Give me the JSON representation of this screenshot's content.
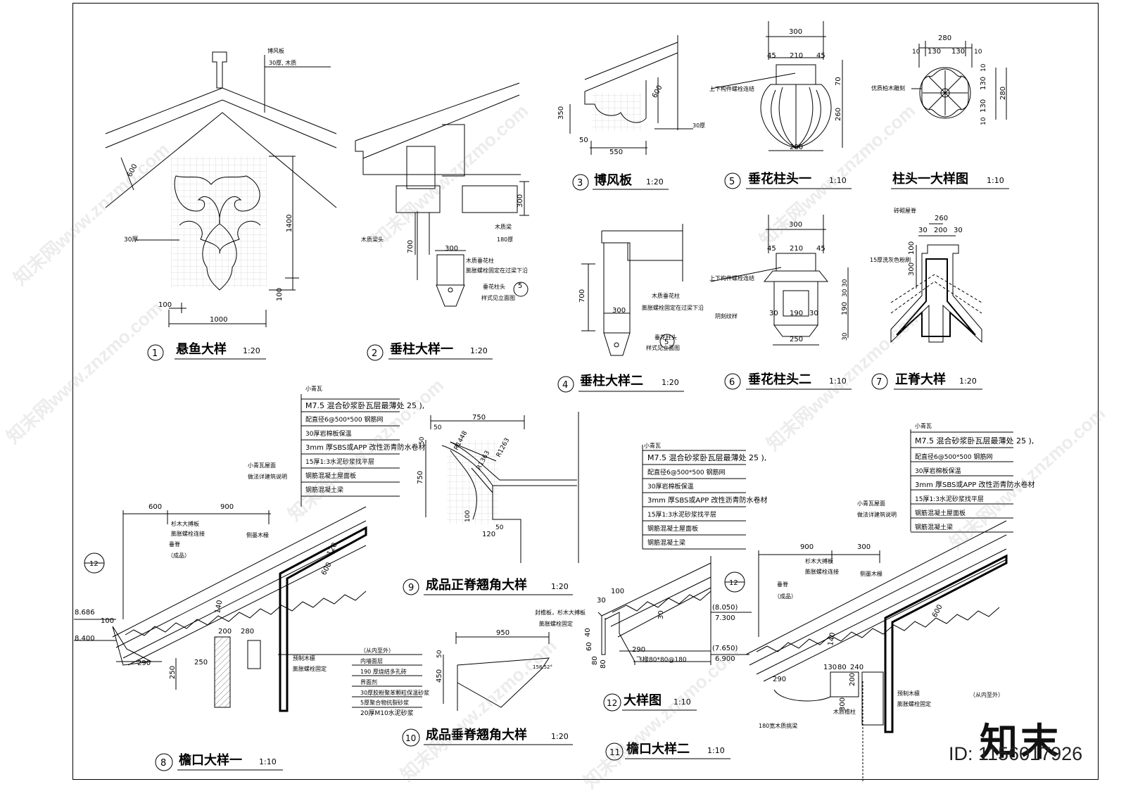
{
  "drawing": {
    "details": [
      {
        "no": "1",
        "title": "悬鱼大样",
        "scale": "1:20"
      },
      {
        "no": "2",
        "title": "垂柱大样一",
        "scale": "1:20"
      },
      {
        "no": "3",
        "title": "博风板",
        "scale": "1:20"
      },
      {
        "no": "4",
        "title": "垂柱大样二",
        "scale": "1:20"
      },
      {
        "no": "5",
        "title": "垂花柱头一",
        "scale": "1:10"
      },
      {
        "no": "",
        "title": "柱头一大样图",
        "scale": "1:10"
      },
      {
        "no": "6",
        "title": "垂花柱头二",
        "scale": "1:10"
      },
      {
        "no": "7",
        "title": "正脊大样",
        "scale": "1:20"
      },
      {
        "no": "9",
        "title": "成品正脊翘角大样",
        "scale": "1:20"
      },
      {
        "no": "10",
        "title": "成品垂脊翘角大样",
        "scale": "1:20"
      },
      {
        "no": "12",
        "title": "大样图",
        "scale": "1:10"
      },
      {
        "no": "11",
        "title": "檐口大样二",
        "scale": "1:10"
      },
      {
        "no": "8",
        "title": "檐口大样一",
        "scale": "1:10"
      }
    ],
    "d1": {
      "bofeng": "博风板",
      "bofeng_spec": "30厚, 木质",
      "thick": "30厚",
      "dim_600": "600",
      "dim_1400": "1400",
      "dim_100a": "100",
      "dim_100b": "100",
      "dim_1000": "1000"
    },
    "d2": {
      "beam_head": "木质梁头",
      "beam": "木质梁",
      "beam_w": "180厚",
      "col": "木质垂花柱",
      "col_fix": "膨胀螺栓固定在过梁下沿",
      "style": "垂花柱头",
      "style2": "样式见立面图",
      "ref": "5",
      "dim_300a": "300",
      "dim_300b": "300",
      "dim_700": "700"
    },
    "d3": {
      "dim_350": "350",
      "dim_50": "50",
      "dim_550": "550",
      "dim_600": "600",
      "dim_30": "30厚"
    },
    "d4": {
      "col": "木质垂花柱",
      "col_fix": "膨胀螺栓固定在过梁下沿",
      "style": "垂花柱头",
      "style2": "样式见立面图",
      "ref": "5",
      "dim_700": "700",
      "dim_300": "300"
    },
    "d5": {
      "dim_300": "300",
      "dim_45a": "45",
      "dim_210": "210",
      "dim_45b": "45",
      "dim_70": "70",
      "dim_260": "260",
      "dim_280": "280",
      "bolt": "上下构件螺栓连结"
    },
    "d5b": {
      "dim_280": "280",
      "d10a": "10",
      "d130a": "130",
      "d130b": "130",
      "d10b": "10",
      "v10a": "10",
      "v130a": "130",
      "v130b": "130",
      "v10b": "10",
      "v280": "280",
      "wood": "优质柏木雕刻"
    },
    "d6": {
      "dim_300": "300",
      "dim_45a": "45",
      "dim_210": "210",
      "dim_45b": "45",
      "bolt": "上下构件螺栓连结",
      "carve": "阴刻纹样",
      "dim_30a": "30",
      "dim_190": "190",
      "dim_30b": "30",
      "dim_250": "250",
      "v30a": "30",
      "v30b": "30",
      "v190": "190",
      "v30c": "30"
    },
    "d7": {
      "mat": "砖砌屋脊",
      "dim_260": "260",
      "dim_30a": "30",
      "dim_200": "200",
      "dim_30b": "30",
      "wash": "15厚洗灰色粉刷",
      "v100": "100",
      "v300": "300"
    },
    "layers": [
      "小青瓦",
      "M7.5 混合砂浆卧瓦层最薄处 25 ),",
      "配直径6@500*500 钢筋网",
      "30厚岩棉板保温",
      "3mm 厚SBS或APP 改性沥青防水卷材",
      "15厚1:3水泥砂浆找平层",
      "钢筋混凝土屋面板",
      "钢筋混凝土梁"
    ],
    "d8": {
      "roof": "小青瓦屋面",
      "roof2": "做法详建筑说明",
      "fir": "杉木大搏板",
      "fir2": "膨胀螺栓连接",
      "side": "侧墨木椽",
      "ridge": "垂脊",
      "ridge2": "（成品）",
      "dim_600": "600",
      "dim_900": "900",
      "dim_100": "100",
      "dim_140": "140",
      "dim_120": "120",
      "dim_600b": "600",
      "dim_200": "200",
      "dim_280": "280",
      "dim_290": "290",
      "dim_250a": "250",
      "dim_250b": "250",
      "elev_a": "8.686",
      "elev_b": "8.400",
      "ref": "12",
      "wall": "（从内至外）",
      "purlin": "预制木檩",
      "purlin2": "膨胀螺栓固定"
    },
    "d9": {
      "dim_750": "750",
      "dim_50": "50",
      "r1": "R1448",
      "r2": "R1363",
      "r3": "R1263",
      "v750": "750",
      "v50": "50",
      "dim_100": "100",
      "dim_50b": "50",
      "dim_120": "120"
    },
    "d10": {
      "dim_950": "950",
      "v50": "50",
      "v450": "450",
      "angle": "158.52°",
      "wall": [
        "内墙面层",
        "190 厚烧结多孔砖",
        "界面剂",
        "30厚胶粉聚苯颗粒保温砂浆",
        "5厚聚合物抗裂砂浆",
        "20厚M10水泥砂浆"
      ]
    },
    "d12": {
      "seal": "封檐板，杉木大搏板",
      "seal2": "膨胀螺栓固定",
      "d100": "100",
      "d30": "30",
      "d290": "290",
      "d30b": "30",
      "d40": "40",
      "d60": "60",
      "d80a": "80",
      "d80b": "80",
      "fly": "飞椽80*80@180"
    },
    "d11": {
      "dim_900": "900",
      "dim_300": "300",
      "dim_600": "600",
      "dim_140": "140",
      "dim_290": "290",
      "dim_130": "130",
      "dim_80": "80",
      "dim_240": "240",
      "dim_200": "200",
      "dim_300b": "300",
      "elev_a": "(8.050)",
      "elev_b": "7.300",
      "elev_c": "(7.650)",
      "elev_d": "6.900",
      "ref": "12",
      "fir": "杉木大搏板",
      "fir2": "膨胀螺栓连接",
      "side": "侧墨木椽",
      "ridge": "垂脊",
      "ridge2": "（成品）",
      "roof": "小青瓦屋面",
      "roof2": "做法详建筑说明",
      "col": "木质檐柱",
      "beam": "180宽木质挑梁",
      "purlin": "预制木檩",
      "purlin2": "膨胀螺栓固定",
      "wall": "（从内至外）"
    }
  },
  "watermark": "知末网www.znzmo.com",
  "brand": "知末",
  "id_text": "ID: 1156017926"
}
